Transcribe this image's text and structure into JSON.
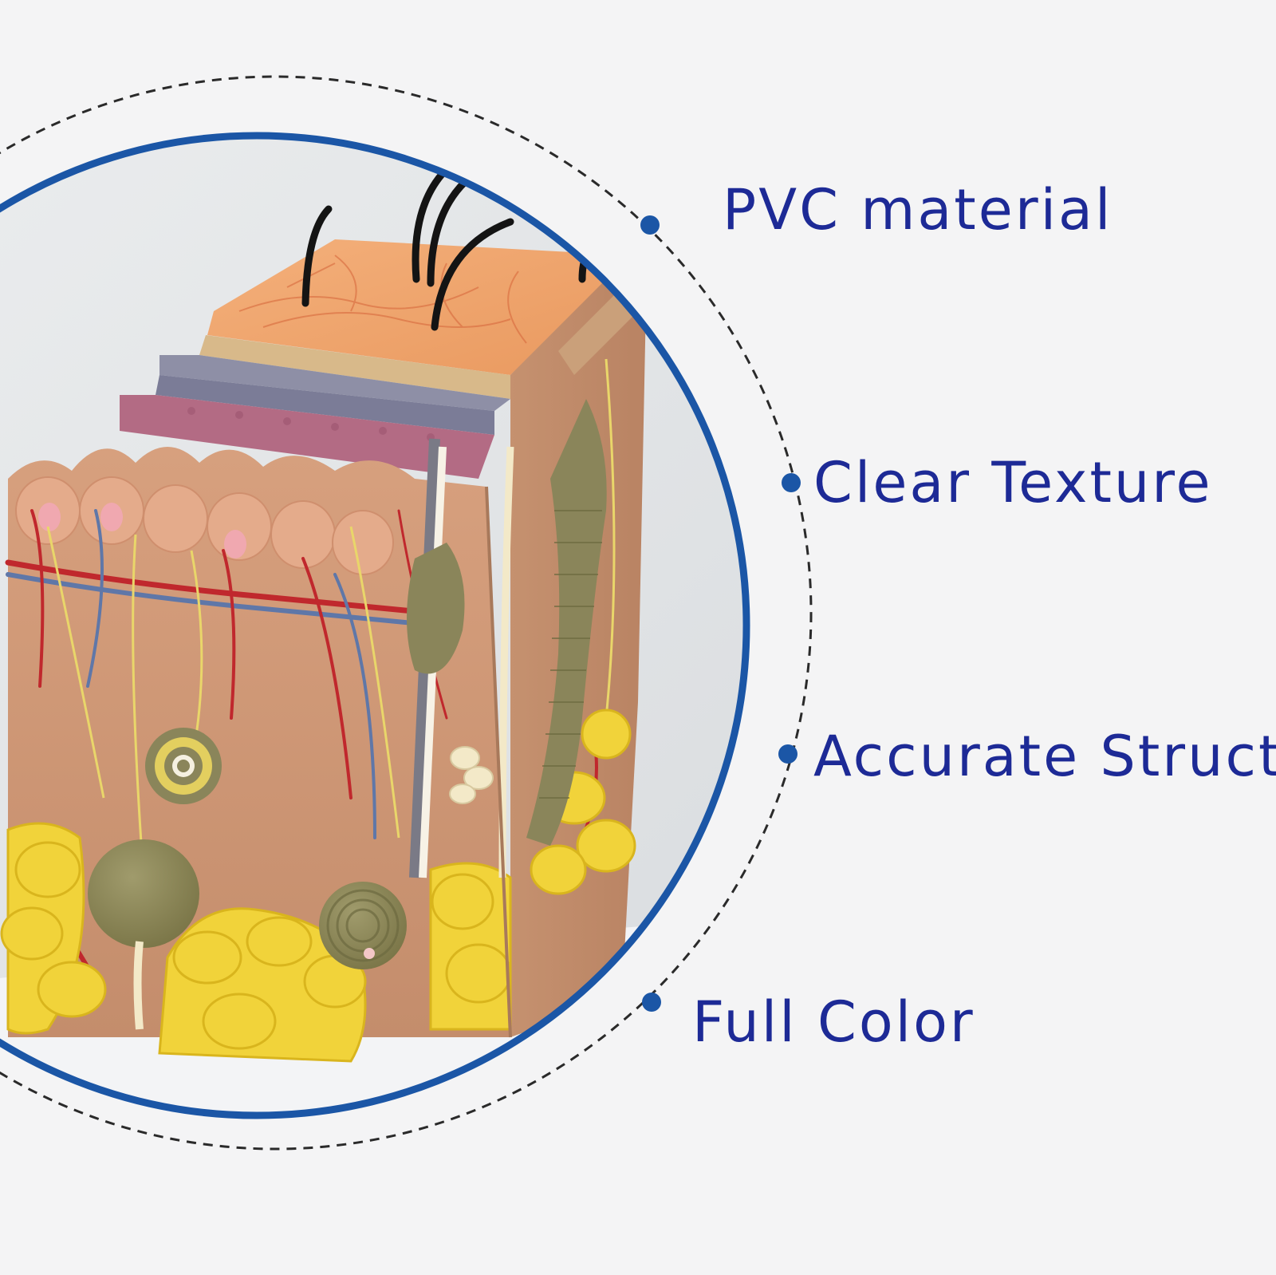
{
  "features": [
    {
      "label": "PVC material"
    },
    {
      "label": "Clear Texture"
    },
    {
      "label": "Accurate Structure"
    },
    {
      "label": "Full Color"
    }
  ],
  "colors": {
    "background": "#f4f4f5",
    "accent_blue": "#1b56a6",
    "label_text": "#1d2a96",
    "dashed_ring": "#2a2a2a"
  },
  "image": {
    "subject": "skin cross-section anatomical model"
  }
}
